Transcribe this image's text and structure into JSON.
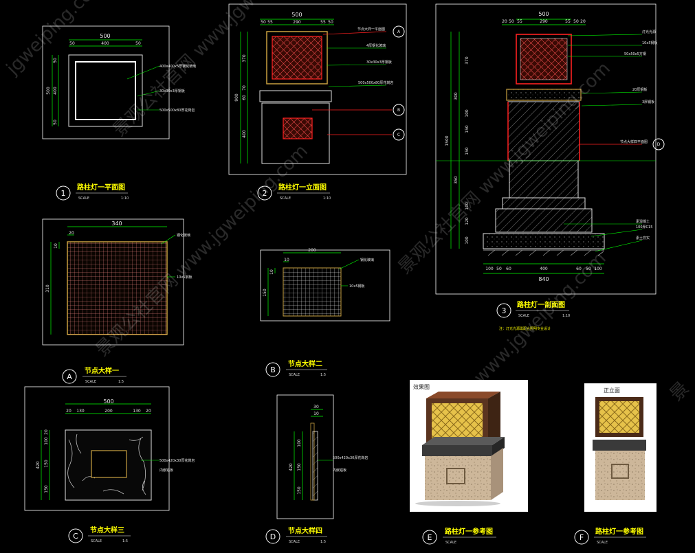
{
  "views": [
    {
      "id": "1",
      "title": "路柱灯一平面图",
      "scale_label": "SCALE",
      "scale": "1:10"
    },
    {
      "id": "2",
      "title": "路柱灯一立面图",
      "scale_label": "SCALE",
      "scale": "1:10"
    },
    {
      "id": "3",
      "title": "路柱灯一剖面图",
      "scale_label": "SCALE",
      "scale": "1:10"
    },
    {
      "id": "A",
      "title": "节点大样一",
      "scale_label": "SCALE",
      "scale": "1:5"
    },
    {
      "id": "B",
      "title": "节点大样二",
      "scale_label": "SCALE",
      "scale": "1:5"
    },
    {
      "id": "C",
      "title": "节点大样三",
      "scale_label": "SCALE",
      "scale": "1:5"
    },
    {
      "id": "D",
      "title": "节点大样四",
      "scale_label": "SCALE",
      "scale": "1:5"
    },
    {
      "id": "E",
      "title": "路柱灯一参考图",
      "scale_label": "SCALE",
      "scale": ""
    },
    {
      "id": "F",
      "title": "路柱灯一参考图",
      "scale_label": "SCALE",
      "scale": ""
    }
  ],
  "plan_dims": {
    "top": "500",
    "top_segs": [
      "50",
      "400",
      "50"
    ],
    "left": "500",
    "left_segs": [
      "50",
      "400",
      "50"
    ]
  },
  "plan_notes": [
    "400x400x5厚钢化玻璃",
    "30x30x3厚钢板",
    "500x500x80厚花岗岩"
  ],
  "elev_dims": {
    "top": "500",
    "top_segs": [
      "50",
      "55",
      "290",
      "55",
      "50"
    ],
    "left": "900",
    "left_segs": [
      "370",
      "70",
      "60",
      "400"
    ]
  },
  "elev_notes": [
    "节点大样一平面图",
    "4厚钢化玻璃",
    "30x30x3厚钢板",
    "500x500x80厚花岗岩"
  ],
  "elev_callouts": [
    "A",
    "B",
    "C"
  ],
  "sec_dims": {
    "top": "500",
    "top_segs": [
      "20",
      "50",
      "55",
      "290",
      "55",
      "50",
      "20"
    ],
    "left_total": "1500",
    "left_segs": [
      "370",
      "300",
      "100",
      "150",
      "150",
      "350",
      "100",
      "120",
      "100"
    ],
    "bottom": "840",
    "bottom_segs": [
      "100",
      "50",
      "60",
      "400",
      "60",
      "50",
      "100"
    ]
  },
  "sec_notes": [
    "灯光光源",
    "10x5钢板",
    "50x50x5方钢",
    "20厚钢板",
    "3厚钢板",
    "节点大样四平面图",
    "素混凝土",
    "100厚C15",
    "素土夯实"
  ],
  "sec_callout": "D",
  "sec_note_bottom": "注：灯光光源需配合照明专业设计",
  "detA_dims": {
    "top": "340",
    "top_seg": "20",
    "left": "310",
    "left_seg": "10"
  },
  "detA_notes": [
    "钢化玻璃",
    "10x5钢板"
  ],
  "detB_dims": {
    "top": "200",
    "top_seg": "10",
    "left": "150",
    "left_seg": "10"
  },
  "detB_notes": [
    "钢化玻璃",
    "10x5钢板"
  ],
  "detC_dims": {
    "top": "500",
    "top_segs": [
      "20",
      "130",
      "200",
      "130",
      "20"
    ],
    "left": "420",
    "left_segs": [
      "20",
      "100",
      "150",
      "150"
    ]
  },
  "detC_notes": [
    "500x420x30厚花岗岩",
    "内嵌铝板"
  ],
  "detD_dims": {
    "top_segs": [
      "30",
      "10"
    ],
    "left": "420",
    "left_segs": [
      "100",
      "150",
      "150"
    ]
  },
  "detD_notes": [
    "500x420x30厚花岗岩",
    "内嵌铝板"
  ],
  "photos": [
    {
      "caption": "效果图"
    },
    {
      "caption": "正立面"
    }
  ],
  "watermarks": [
    "jgweiping.com",
    "景观公社官网 www.jgweiping.com",
    "景观公社官网 www.jgweiping.com",
    "景观公社官网 www.jgweiping.com",
    "www.jgweiping.com",
    "景"
  ],
  "colors": {
    "bg": "#000000",
    "dim": "#00ff00",
    "frame": "#ffffff",
    "accent": "#ff2020",
    "title": "#ffff00",
    "glass": "#c8a040"
  }
}
